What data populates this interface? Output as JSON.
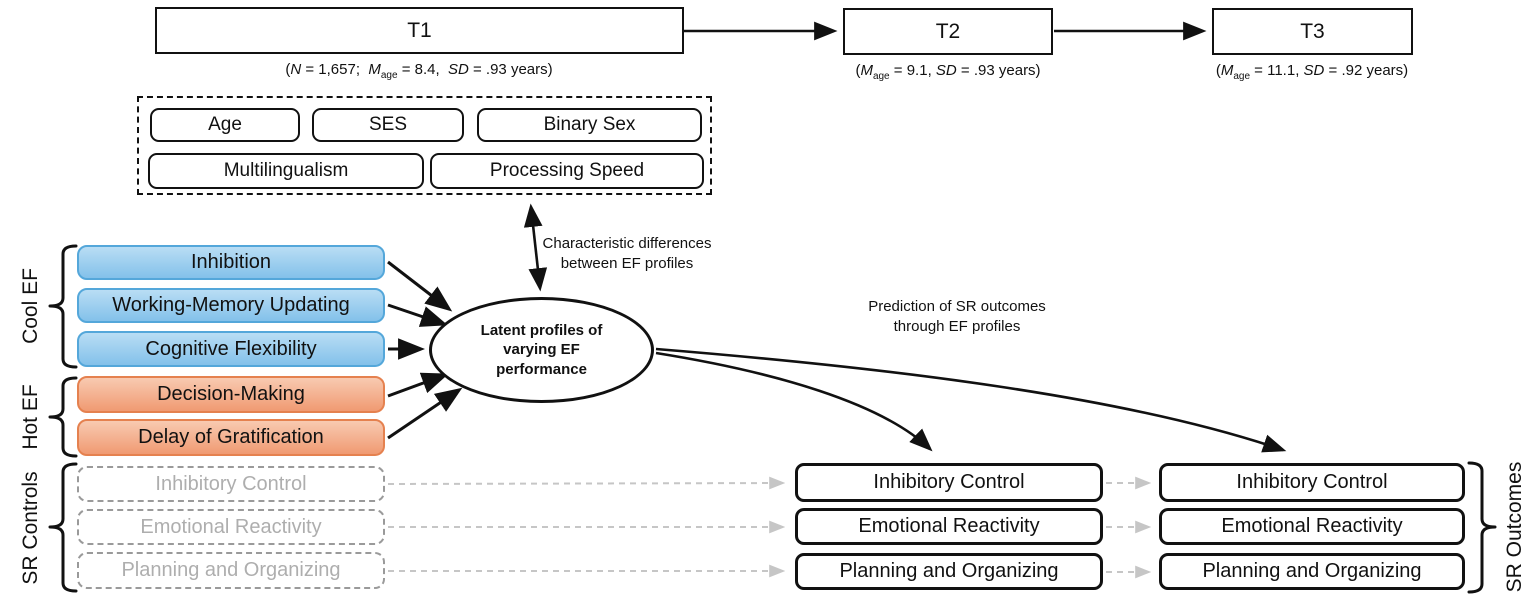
{
  "colors": {
    "ink": "#111111",
    "cool_top": "#b9ddf4",
    "cool_bottom": "#83c1ea",
    "cool_border": "#54a7da",
    "hot_top": "#f8cab1",
    "hot_bottom": "#f09a72",
    "hot_border": "#e5814f",
    "muted": "#9a9a9a",
    "muted_text": "#aeaeae",
    "dash_arrow": "#c6c6c6"
  },
  "timepoints": [
    {
      "label": "T1",
      "caption": {
        "open": "(",
        "n": "N",
        "after_n": " = 1,657;  ",
        "m": "M",
        "m_sub": "age",
        "after_m": " = 8.4,  ",
        "sd": "SD",
        "after_sd": " = .93 years)"
      }
    },
    {
      "label": "T2",
      "caption": {
        "open": "(",
        "m": "M",
        "m_sub": "age",
        "after_m": " = 9.1, ",
        "sd": "SD",
        "after_sd": " = .93 years)"
      }
    },
    {
      "label": "T3",
      "caption": {
        "open": "(",
        "m": "M",
        "m_sub": "age",
        "after_m": " = 11.1, ",
        "sd": "SD",
        "after_sd": " = .92 years)"
      }
    }
  ],
  "covariates": {
    "items": [
      "Age",
      "SES",
      "Binary Sex",
      "Multilingualism",
      "Processing Speed"
    ]
  },
  "groups": [
    {
      "label": "Cool EF",
      "items": [
        "Inhibition",
        "Working-Memory Updating",
        "Cognitive Flexibility"
      ]
    },
    {
      "label": "Hot EF",
      "items": [
        "Decision-Making",
        "Delay of Gratification"
      ]
    },
    {
      "label": "SR Controls",
      "items": [
        "Inhibitory Control",
        "Emotional Reactivity",
        "Planning and Organizing"
      ]
    }
  ],
  "latent": {
    "lines": [
      "Latent profiles of",
      "varying EF",
      "performance"
    ]
  },
  "annotations": {
    "characteristic": [
      "Characteristic differences",
      "between EF profiles"
    ],
    "prediction": [
      "Prediction of SR outcomes",
      "through EF profiles"
    ]
  },
  "outcomes": {
    "t2": [
      "Inhibitory Control",
      "Emotional Reactivity",
      "Planning and Organizing"
    ],
    "t3": [
      "Inhibitory Control",
      "Emotional Reactivity",
      "Planning and Organizing"
    ],
    "brace_label": "SR Outcomes"
  }
}
